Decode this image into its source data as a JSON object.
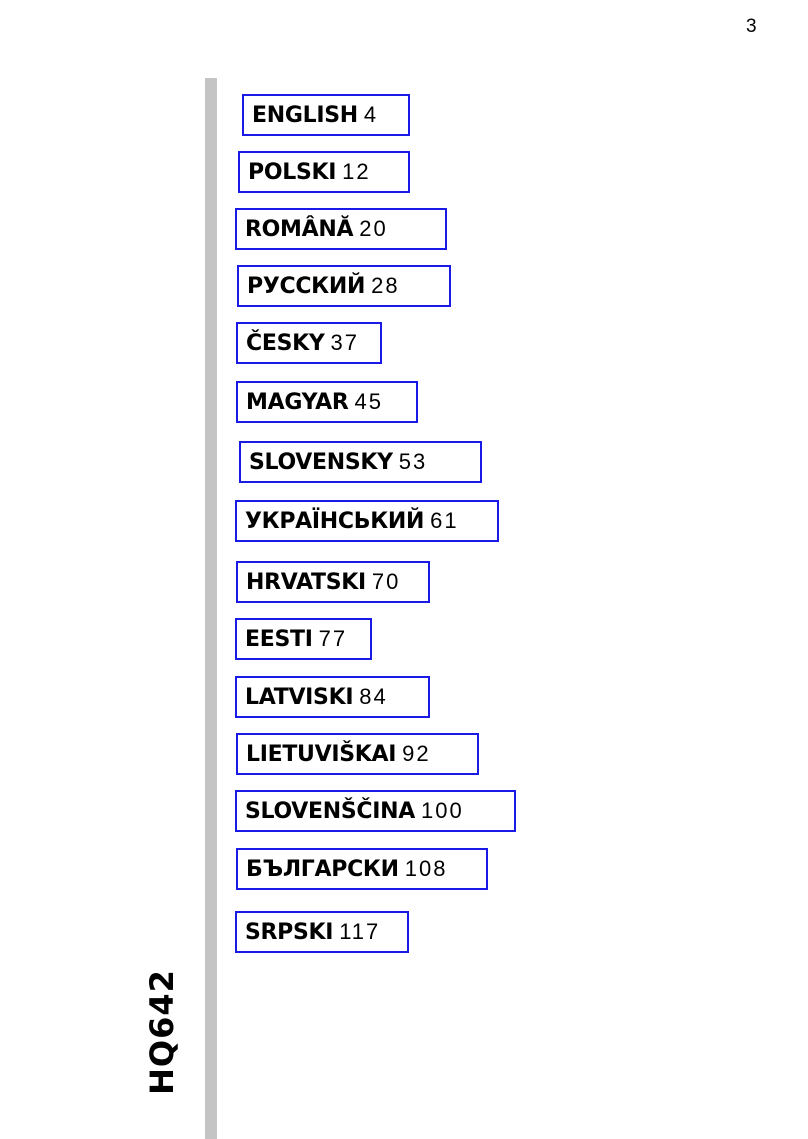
{
  "page_number": "3",
  "model": "HQ642",
  "toc": [
    {
      "language": "ENGLISH",
      "page": "4"
    },
    {
      "language": "POLSKI",
      "page": "12"
    },
    {
      "language": "ROMÂNĂ",
      "page": "20"
    },
    {
      "language": "РУССКИЙ",
      "page": "28"
    },
    {
      "language": "ČESKY",
      "page": "37"
    },
    {
      "language": "MAGYAR",
      "page": "45"
    },
    {
      "language": "SLOVENSKY",
      "page": "53"
    },
    {
      "language": "УКРАЇНСЬКИЙ",
      "page": "61"
    },
    {
      "language": "HRVATSKI",
      "page": "70"
    },
    {
      "language": "EESTI",
      "page": "77"
    },
    {
      "language": "LATVISKI",
      "page": "84"
    },
    {
      "language": "LIETUVIŠKAI",
      "page": "92"
    },
    {
      "language": "SLOVENŠČINA",
      "page": "100"
    },
    {
      "language": "БЪЛГАРСКИ",
      "page": "108"
    },
    {
      "language": "SRPSKI",
      "page": "117"
    }
  ]
}
